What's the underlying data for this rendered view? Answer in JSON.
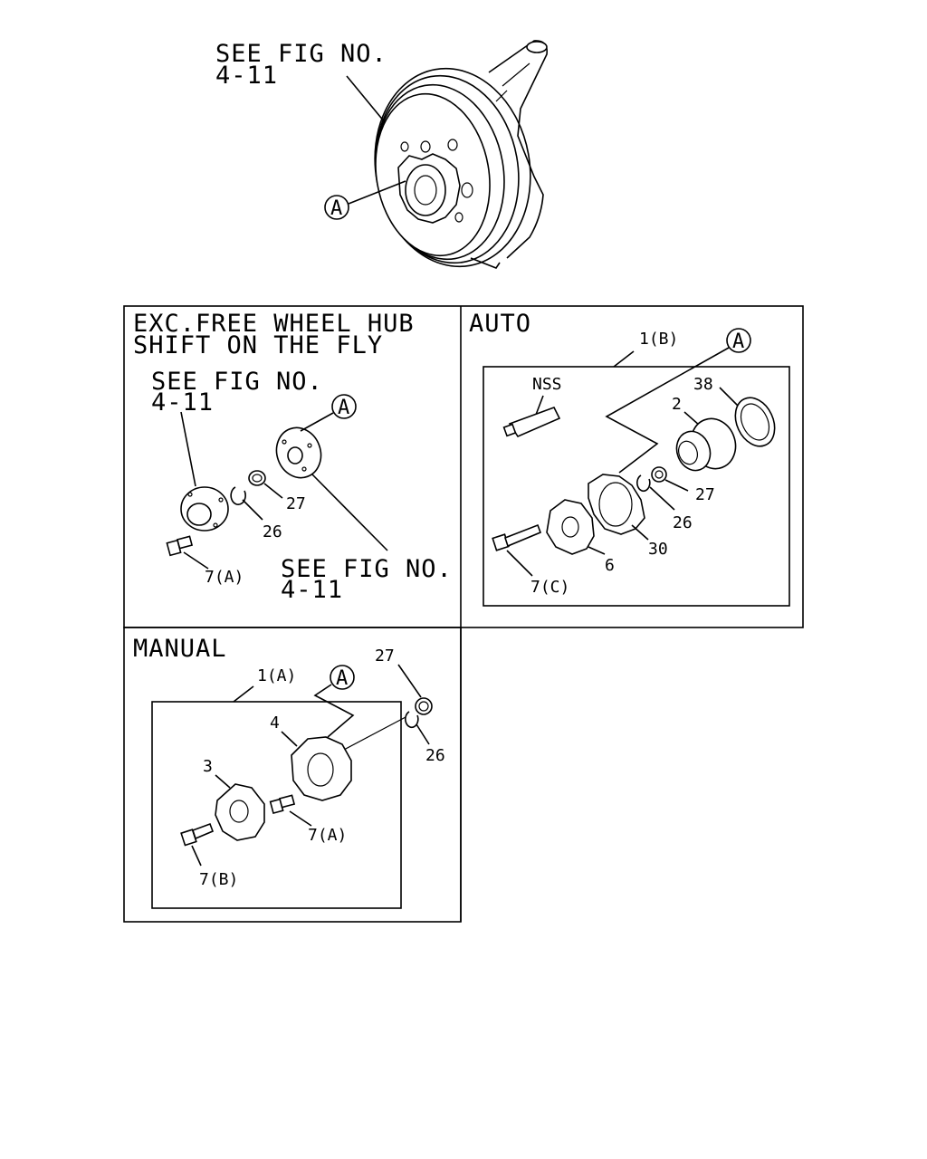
{
  "top_figure": {
    "see_fig": "SEE FIG NO.",
    "fig_no": "4-11",
    "ref_marker": "A"
  },
  "panel_exc": {
    "title_line1": "EXC.FREE WHEEL HUB",
    "title_line2": "SHIFT ON THE FLY",
    "see_fig_a": "SEE FIG NO.",
    "fig_no_a": "4-11",
    "see_fig_b": "SEE FIG NO.",
    "fig_no_b": "4-11",
    "ref_marker": "A",
    "labels": {
      "p27": "27",
      "p26": "26",
      "p7a": "7(A)"
    }
  },
  "panel_auto": {
    "title": "AUTO",
    "group_label": "1(B)",
    "ref_marker": "A",
    "labels": {
      "nss": "NSS",
      "p38": "38",
      "p2": "2",
      "p27": "27",
      "p26": "26",
      "p30": "30",
      "p6": "6",
      "p7c": "7(C)"
    }
  },
  "panel_manual": {
    "title": "MANUAL",
    "group_label": "1(A)",
    "ref_marker": "A",
    "labels": {
      "p27": "27",
      "p26": "26",
      "p4": "4",
      "p3": "3",
      "p7a": "7(A)",
      "p7b": "7(B)"
    }
  }
}
